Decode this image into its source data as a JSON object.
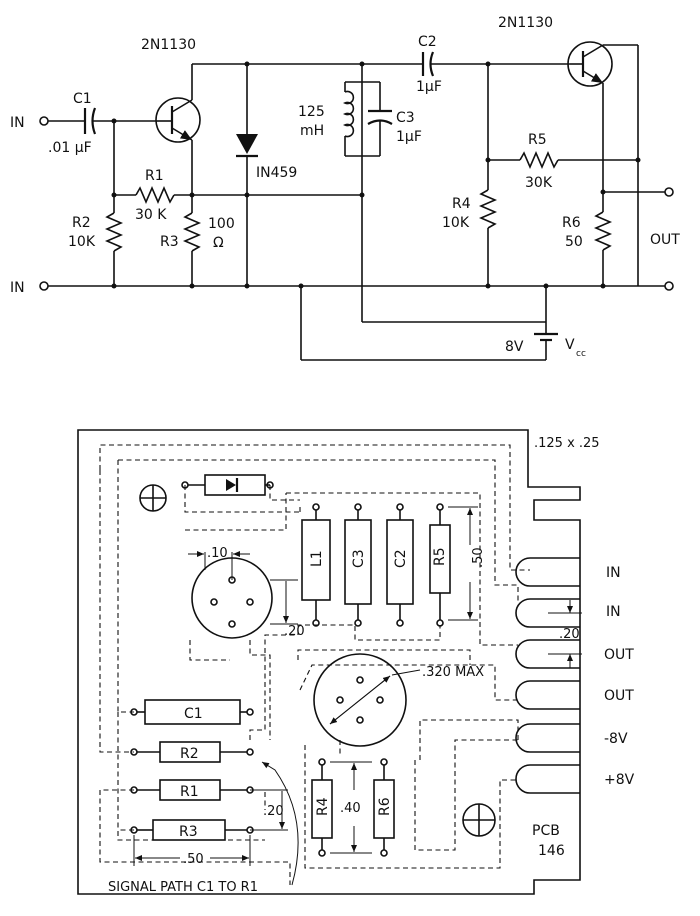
{
  "schematic": {
    "q1_label": "2N1130",
    "q2_label": "2N1130",
    "in_top": "IN",
    "in_bottom": "IN",
    "c1_name": "C1",
    "c1_value": ".01 μF",
    "r1_name": "R1",
    "r1_value": "30 K",
    "r2_name": "R2",
    "r2_value": "10K",
    "r3_name": "R3",
    "r3_value_num": "100",
    "r3_value_unit": "Ω",
    "diode_label": "IN459",
    "l_value": "125",
    "l_unit": "mH",
    "c3_name": "C3",
    "c3_value": "1μF",
    "c2_name": "C2",
    "c2_value": "1μF",
    "r4_name": "R4",
    "r4_value": "10K",
    "r5_name": "R5",
    "r5_value": "30K",
    "r6_name": "R6",
    "r6_value": "50",
    "out_label": "OUT",
    "battery_label": "8V",
    "vcc_main": "V",
    "vcc_sub": "cc"
  },
  "pcb": {
    "slot_dim": ".125 x .25",
    "tabs": [
      "IN",
      "IN",
      "OUT",
      "OUT",
      "-8V",
      "+8V"
    ],
    "pitch": ".20",
    "comp_l1": "L1",
    "comp_c3": "C3",
    "comp_c2": "C2",
    "comp_r5": "R5",
    "dim_r5": ".50",
    "dim_10": ".10",
    "dim_20_upper": ".20",
    "dim_max": ".320 MAX",
    "comp_c1": "C1",
    "comp_r2": "R2",
    "comp_r1": "R1",
    "comp_r3": "R3",
    "dim_20_lower": ".20",
    "dim_50": ".50",
    "comp_r4": "R4",
    "comp_r6": "R6",
    "dim_40": ".40",
    "pcb_name": "PCB",
    "pcb_number": "146",
    "signal_path": "SIGNAL PATH C1 TO R1"
  }
}
